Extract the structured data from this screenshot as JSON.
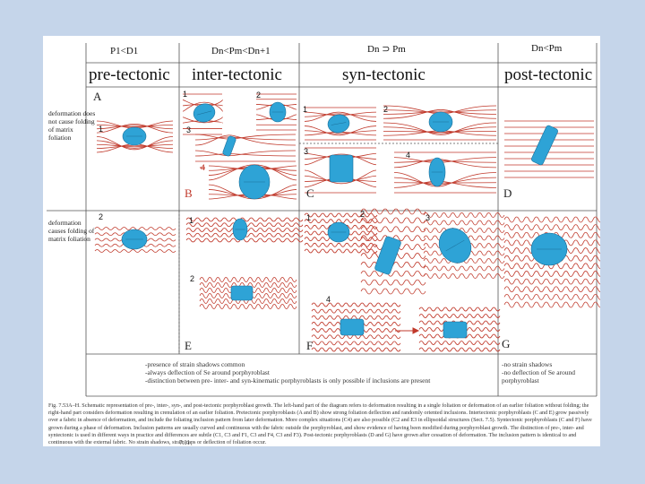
{
  "header": {
    "col1_top": "P1<D1",
    "col2_top": "Dn<Pm<Dn+1",
    "col3_top": "Dn ⊃ Pm",
    "col4_top": "Dn<Pm",
    "col1_title": "pre-tectonic",
    "col2_title": "inter-tectonic",
    "col3_title": "syn-tectonic",
    "col4_title": "post-tectonic"
  },
  "rows": {
    "row1_label": "deformation does not cause folding of matrix foliation",
    "row2_label": "deformation causes folding of matrix foliation"
  },
  "panel_labels": {
    "A": "A",
    "B": "B",
    "C": "C",
    "D": "D",
    "E": "E",
    "F": "F",
    "G": "G"
  },
  "numbers": {
    "a1": "1",
    "a2": "2",
    "b1": "1",
    "b2": "2",
    "b3": "3",
    "b4": "4",
    "e1": "1",
    "e2": "2",
    "c1": "1",
    "c2": "2",
    "c3": "3",
    "c4": "4",
    "f1": "1",
    "f2": "2",
    "f3": "3",
    "f4": "4"
  },
  "notes": {
    "left_1": "-presence of strain shadows common",
    "left_2": "-always deflection of Se around porphyroblast",
    "left_3": "-distinction between pre- inter- and syn-kinematic porphyroblasts is only possible if inclusions are present",
    "right_1": "-no strain shadows",
    "right_2": "-no deflection of Se around",
    "right_3": "porphyroblast"
  },
  "caption": "Fig. 7.53A–H. Schematic representation of pre-, inter-, syn-, and post-tectonic porphyroblast growth. The left-hand part of the diagram refers to deformation resulting in a single foliation or deformation of an earlier foliation without folding; the right-hand part considers deformation resulting in crenulation of an earlier foliation. Pretectonic porphyroblasts (A and B) show strong foliation deflection and randomly oriented inclusions. Intertectonic porphyroblasts (C and E) grow passively over a fabric in absence of deformation, and include the foliating inclusion pattern from later deformation. More complex situations (C4) are also possible (C2 and E3 in ellipsoidal structures (Sect. 7.5). Syntectonic porphyroblasts (C and F) have grown during a phase of deformation. Inclusion patterns are usually curved and continuous with the fabric outside the porphyroblast, and show evidence of having been modified during porphyroblast growth. The distinction of pre-, inter- and syntectonic is used in different ways in practice and differences are subtle (C1, C3 and F1, C3 and F4, C3 and F3). Post-tectonic porphyroblasts (D and G) have grown after cessation of deformation. The inclusion pattern is identical to and continuous with the external fabric. No strain shadows, strain caps or deflection of foliation occur.",
  "page_mark": "7.11",
  "colors": {
    "background": "#c5d5ea",
    "foliation": "#c0392b",
    "porphyroblast": "#2ea3d6",
    "grid": "#555555"
  }
}
